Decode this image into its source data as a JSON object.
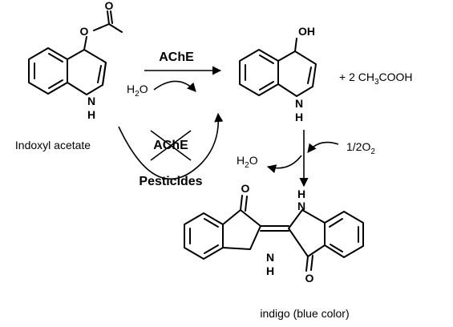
{
  "labels": {
    "enzyme_top": "AChE",
    "enzyme_inhibited": "AChE",
    "inhibitor": "Pesticides",
    "substrate": "Indoxyl acetate",
    "product": "indigo (blue color)"
  },
  "atoms": {
    "carbonyl_o": "O",
    "ester_o": "O",
    "hydroxyl": "OH",
    "nh_n": "N",
    "nh_h": "H",
    "indigo_o": "O"
  },
  "reagents": {
    "water_left": {
      "base": "H",
      "sub": "2",
      "tail": "O"
    },
    "water_right": {
      "base": "H",
      "sub": "2",
      "tail": "O"
    },
    "acetic_acid": {
      "head": "+ 2 CH",
      "sub": "3",
      "tail": "COOH"
    },
    "oxygen": {
      "head": "1/2O",
      "sub": "2"
    }
  }
}
